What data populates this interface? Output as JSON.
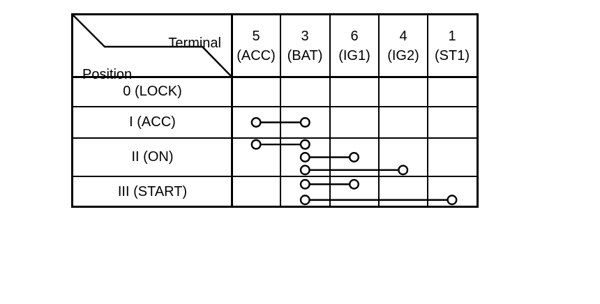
{
  "table": {
    "corner": {
      "top_label": "Terminal",
      "bottom_label": "Position"
    },
    "columns": [
      {
        "number": "5",
        "name": "(ACC)"
      },
      {
        "number": "3",
        "name": "(BAT)"
      },
      {
        "number": "6",
        "name": "(IG1)"
      },
      {
        "number": "4",
        "name": "(IG2)"
      },
      {
        "number": "1",
        "name": "(ST1)"
      }
    ],
    "rows": [
      {
        "label": "0 (LOCK)",
        "connections": []
      },
      {
        "label": "I (ACC)",
        "connections": [
          [
            "5",
            "3"
          ]
        ]
      },
      {
        "label": "II (ON)",
        "connections": [
          [
            "5",
            "3"
          ],
          [
            "3",
            "6"
          ],
          [
            "3",
            "4"
          ]
        ]
      },
      {
        "label": "III (START)",
        "connections": [
          [
            "3",
            "6"
          ],
          [
            "3",
            "1"
          ]
        ]
      }
    ],
    "colors": {
      "ink": "#000000",
      "background": "#ffffff"
    }
  }
}
